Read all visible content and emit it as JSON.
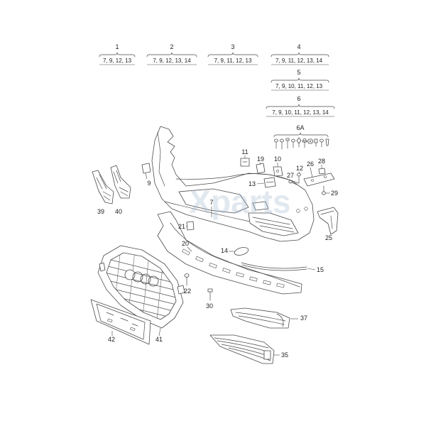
{
  "headers": [
    {
      "number": "1",
      "parts": "7, 9, 12, 13"
    },
    {
      "number": "2",
      "parts": "7, 9, 12, 13, 14"
    },
    {
      "number": "3",
      "parts": "7, 9, 11, 12, 13"
    },
    {
      "number": "4",
      "parts": "7, 9, 11, 12, 13, 14"
    },
    {
      "number": "5",
      "parts": "7, 9, 10, 11, 12, 13"
    },
    {
      "number": "6",
      "parts": "7, 9, 10, 11, 12, 13, 14"
    },
    {
      "number": "6A"
    }
  ],
  "callouts": {
    "p7": "7",
    "p9": "9",
    "p10": "10",
    "p11": "11",
    "p12": "12",
    "p13": "13",
    "p14": "14",
    "p15": "15",
    "p19": "19",
    "p20": "20",
    "p21": "21",
    "p22": "22",
    "p25": "25",
    "p26": "26",
    "p27": "27",
    "p28": "28",
    "p29": "29",
    "p30": "30",
    "p35": "35",
    "p37": "37",
    "p39": "39",
    "p40": "40",
    "p41": "41",
    "p42": "42"
  },
  "watermark": "Xparts",
  "colors": {
    "line": "#4a4a4a",
    "watermark": "#9fb6cc"
  }
}
